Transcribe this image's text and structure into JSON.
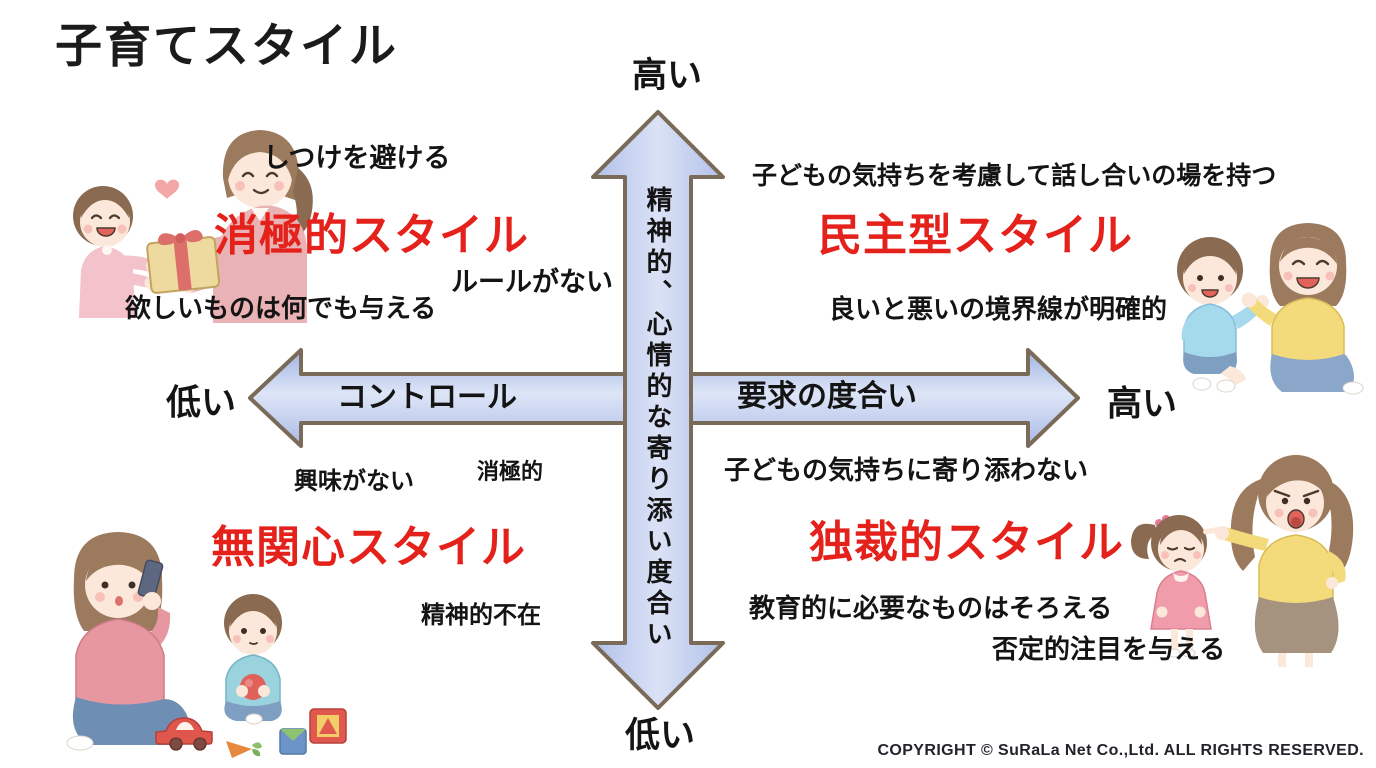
{
  "title": "子育てスタイル",
  "axes": {
    "vertical": {
      "label": "精神的、心情的な寄り添い度合い",
      "top_end": "高い",
      "bottom_end": "低い"
    },
    "horizontal": {
      "left_end": "低い",
      "right_end": "高い",
      "left_segment": "コントロール",
      "right_segment": "要求の度合い"
    }
  },
  "quadrants": {
    "passive": {
      "heading": "消極的スタイル",
      "notes": [
        "しつけを避ける",
        "ルールがない",
        "欲しいものは何でも与える"
      ]
    },
    "democratic": {
      "heading": "民主型スタイル",
      "notes": [
        "子どもの気持ちを考慮して話し合いの場を持つ",
        "良いと悪いの境界線が明確的"
      ]
    },
    "uninvolved": {
      "heading": "無関心スタイル",
      "notes": [
        "興味がない",
        "消極的",
        "精神的不在"
      ]
    },
    "authoritarian": {
      "heading": "独裁的スタイル",
      "notes": [
        "子どもの気持ちに寄り添わない",
        "教育的に必要なものはそろえる",
        "否定的注目を与える"
      ]
    }
  },
  "illustrations": {
    "top_left": "mother-giving-gift-to-girl",
    "top_right": "mother-talking-with-boy",
    "bottom_left": "mother-on-phone-while-boy-plays",
    "bottom_right": "mother-scolding-girl"
  },
  "footer": {
    "copyright": "COPYRIGHT © SuRaLa Net Co.,Ltd. ALL RIGHTS RESERVED."
  },
  "colors": {
    "heading_red": "#e4211b",
    "text_black": "#141414",
    "arrow_fill": "#b2c0e9",
    "arrow_fill_light": "#dde5f7",
    "arrow_outline": "#7a6a58"
  }
}
